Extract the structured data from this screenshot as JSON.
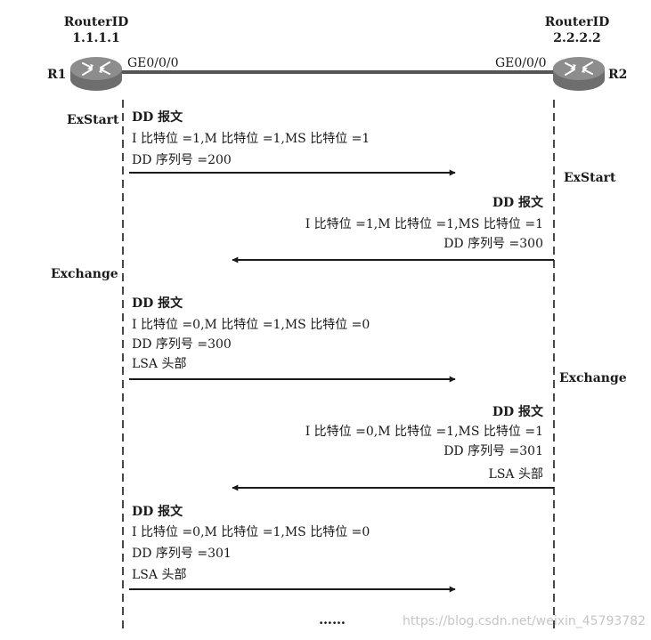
{
  "r1": {
    "name": "R1",
    "router_id_label": "RouterID",
    "router_id": "1.1.1.1",
    "port": "GE0/0/0"
  },
  "r2": {
    "name": "R2",
    "router_id_label": "RouterID",
    "router_id": "2.2.2.2",
    "port": "GE0/0/0"
  },
  "states": {
    "r1_exstart": "ExStart",
    "r2_exstart": "ExStart",
    "r1_exchange": "Exchange",
    "r2_exchange": "Exchange"
  },
  "messages": [
    {
      "title": "DD 报文",
      "lines": [
        "I 比特位 =1,M 比特位 =1,MS 比特位 =1",
        "DD 序列号 =200"
      ],
      "direction": "R1→R2"
    },
    {
      "title": "DD 报文",
      "lines": [
        "I 比特位 =1,M 比特位 =1,MS 比特位 =1",
        "DD 序列号 =300"
      ],
      "direction": "R2→R1"
    },
    {
      "title": "DD 报文",
      "lines": [
        "I 比特位 =0,M 比特位 =1,MS 比特位 =0",
        "DD 序列号 =300",
        "LSA 头部"
      ],
      "direction": "R1→R2"
    },
    {
      "title": "DD 报文",
      "lines": [
        "I 比特位 =0,M 比特位 =1,MS 比特位 =1",
        "DD 序列号 =301",
        "LSA 头部"
      ],
      "direction": "R2→R1"
    },
    {
      "title": "DD 报文",
      "lines": [
        "I 比特位 =0,M 比特位 =1,MS 比特位 =0",
        "DD 序列号 =301",
        "LSA 头部"
      ],
      "direction": "R1→R2"
    }
  ],
  "ellipsis": "……",
  "watermark": "https://blog.csdn.net/weixin_45793782",
  "colors": {
    "ink": "#1a1a1a",
    "router_body": "#7a7a7a",
    "router_top": "#9a9a9a",
    "watermark": "#c6c6c6"
  }
}
